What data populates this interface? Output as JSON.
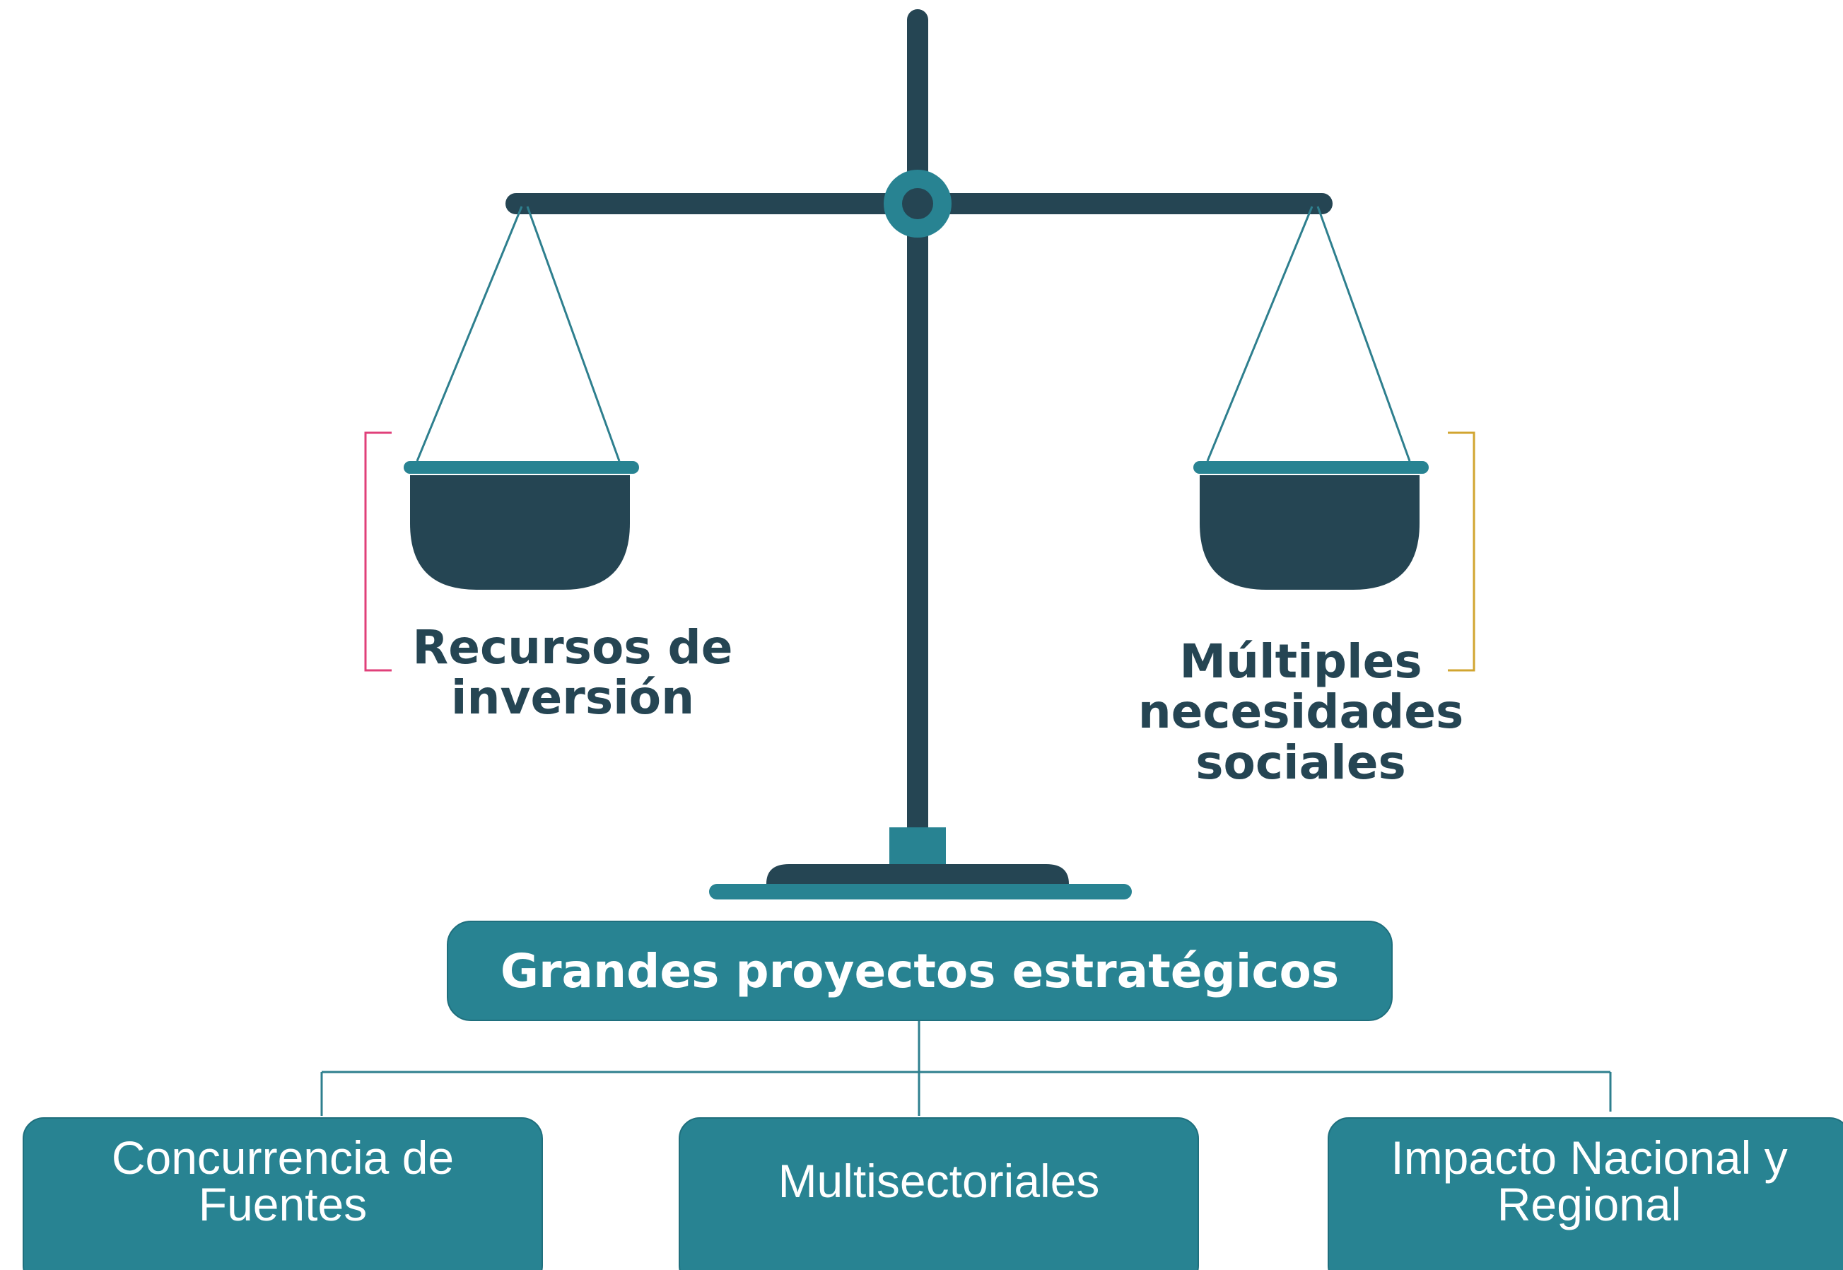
{
  "colors": {
    "dark": "#254553",
    "teal": "#288392",
    "pink_bracket": "#e0407a",
    "gold_bracket": "#d1a530",
    "connector": "#2e7f8e",
    "white": "#ffffff"
  },
  "scale": {
    "icon": "balance-scale-icon",
    "left_label": {
      "line1": "Recursos de",
      "line2": "inversión"
    },
    "right_label": {
      "line1": "Múltiples",
      "line2": "necesidades",
      "line3": "sociales"
    }
  },
  "main_box": {
    "label": "Grandes proyectos estratégicos"
  },
  "sub_boxes": [
    {
      "line1": "Concurrencia de",
      "line2": "Fuentes"
    },
    {
      "line1": "Multisectoriales",
      "line2": ""
    },
    {
      "line1": "Impacto Nacional y",
      "line2": "Regional"
    }
  ]
}
